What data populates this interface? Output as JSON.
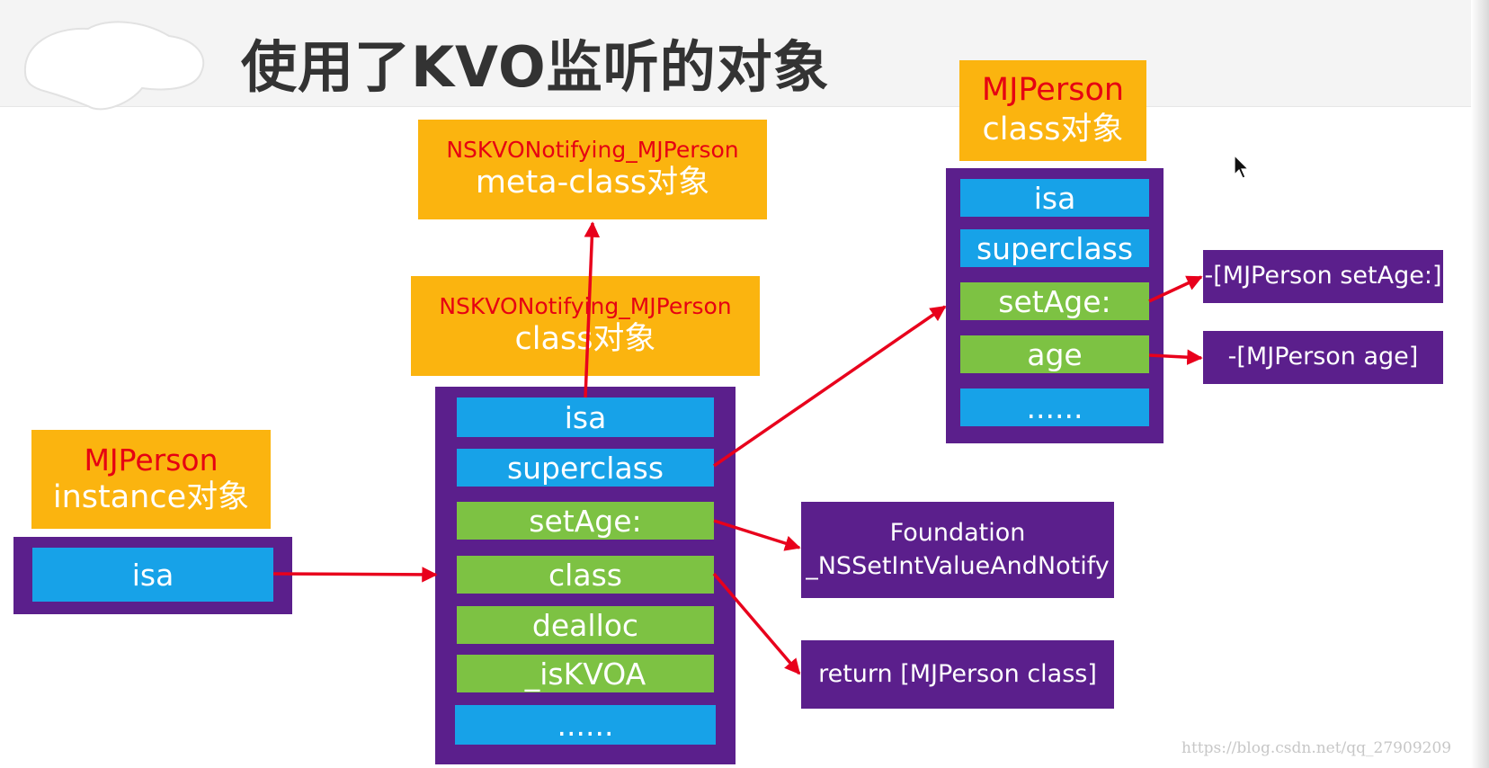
{
  "title": "使用了KVO监听的对象",
  "colors": {
    "orange": "#fbb40f",
    "purple": "#5b1f8c",
    "blue": "#17a2e8",
    "green": "#7dc243",
    "red_text": "#e60012",
    "arrow": "#e8001c"
  },
  "instance": {
    "title_red": "MJPerson",
    "title_white": "instance对象",
    "slots": [
      {
        "label": "isa",
        "color": "blue"
      }
    ]
  },
  "kvo_meta": {
    "title_red": "NSKVONotifying_MJPerson",
    "title_white": "meta-class对象"
  },
  "kvo_class": {
    "title_red": "NSKVONotifying_MJPerson",
    "title_white": "class对象",
    "slots": [
      {
        "label": "isa",
        "color": "blue"
      },
      {
        "label": "superclass",
        "color": "blue"
      },
      {
        "label": "setAge:",
        "color": "green"
      },
      {
        "label": "class",
        "color": "green"
      },
      {
        "label": "dealloc",
        "color": "green"
      },
      {
        "label": "_isKVOA",
        "color": "green"
      },
      {
        "label": "......",
        "color": "blue"
      }
    ]
  },
  "person_class": {
    "title_red": "MJPerson",
    "title_white": "class对象",
    "slots": [
      {
        "label": "isa",
        "color": "blue"
      },
      {
        "label": "superclass",
        "color": "blue"
      },
      {
        "label": "setAge:",
        "color": "green"
      },
      {
        "label": "age",
        "color": "green"
      },
      {
        "label": "......",
        "color": "blue"
      }
    ]
  },
  "impls": {
    "foundation_line1": "Foundation",
    "foundation_line2": "_NSSetIntValueAndNotify",
    "return_class": "return [MJPerson class]",
    "person_setage": "-[MJPerson setAge:]",
    "person_age": "-[MJPerson age]"
  },
  "watermark": "https://blog.csdn.net/qq_27909209",
  "icons": {
    "cursor": "mouse-pointer-icon",
    "logo": "scribble-logo"
  }
}
